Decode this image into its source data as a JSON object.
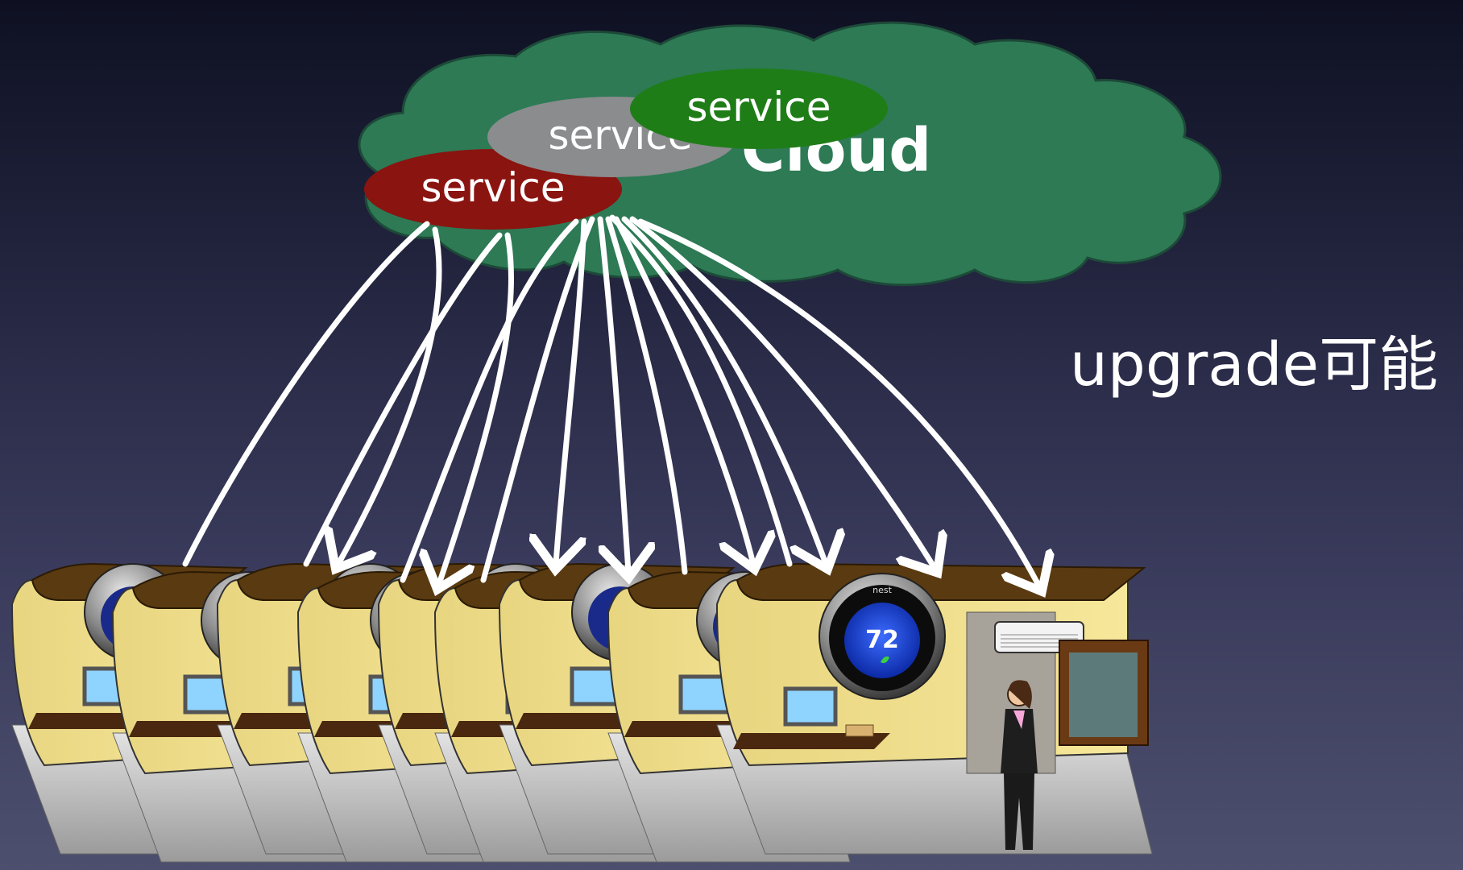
{
  "cloud": {
    "label": "Cloud",
    "color": "#2d7a55"
  },
  "services": [
    {
      "label": "service",
      "color": "#8a1410"
    },
    {
      "label": "service",
      "color": "#8a8c8e"
    },
    {
      "label": "service",
      "color": "#1f7d18"
    }
  ],
  "side_label": "upgrade可能",
  "thermostat": {
    "brand": "nest",
    "temperature": "72"
  },
  "house_count": 9,
  "colors": {
    "arrow": "#ffffff",
    "wall": "#f1e08e",
    "roof": "#5a3a10",
    "floor": "#c9c9c9",
    "thermostat_dial": "#1f4fe0"
  }
}
